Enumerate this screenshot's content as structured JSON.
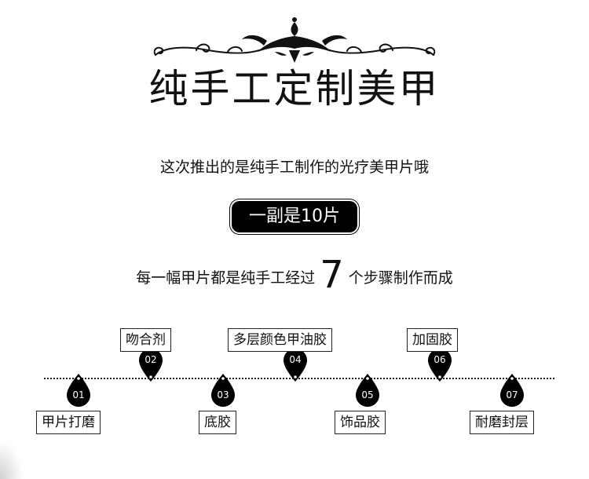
{
  "title": "纯手工定制美甲",
  "subtitle": "这次推出的是纯手工制作的光疗美甲片哦",
  "pill": "一副是10片",
  "steps_intro": {
    "before": "每一幅甲片都是纯手工经过",
    "count": "7",
    "after": "个步骤制作而成"
  },
  "colors": {
    "text": "#111111",
    "drop": "#000000",
    "background": "#ffffff"
  },
  "steps": [
    {
      "num": "01",
      "label": "甲片打磨"
    },
    {
      "num": "02",
      "label": "吻合剂"
    },
    {
      "num": "03",
      "label": "底胶"
    },
    {
      "num": "04",
      "label": "多层颜色甲油胶"
    },
    {
      "num": "05",
      "label": "饰品胶"
    },
    {
      "num": "06",
      "label": "加固胶"
    },
    {
      "num": "07",
      "label": "耐磨封层"
    }
  ]
}
